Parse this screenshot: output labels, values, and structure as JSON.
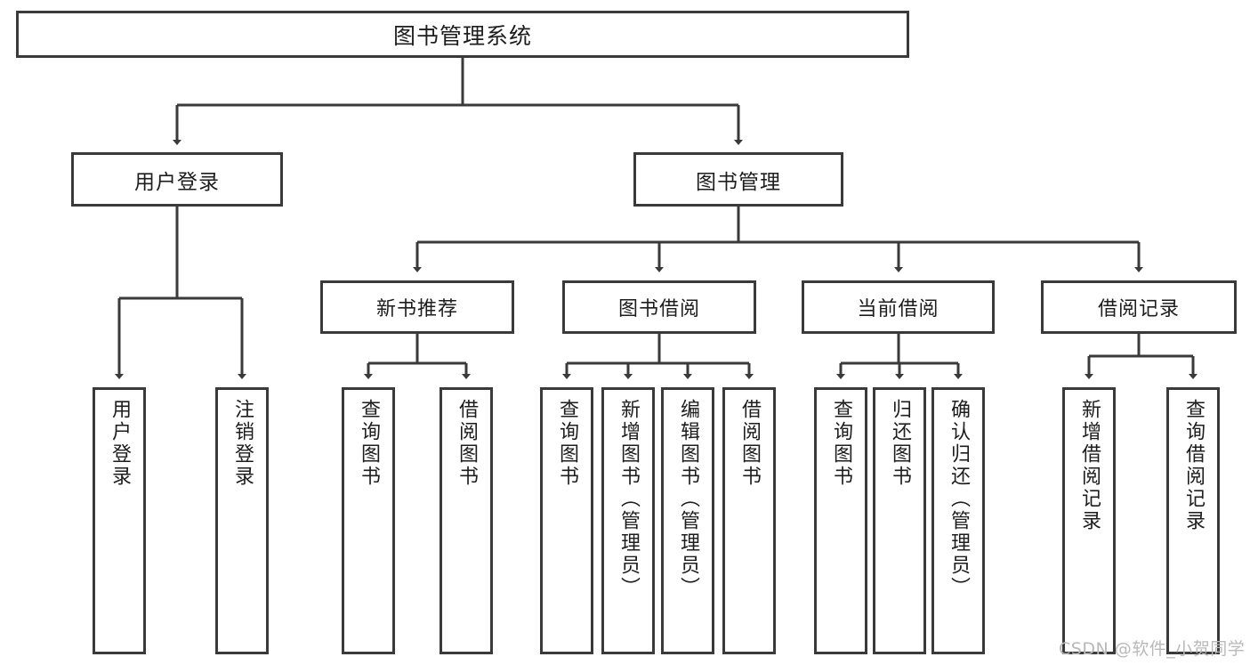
{
  "diagram": {
    "title": "图书管理系统",
    "watermark": "CSDN @软件_小贺同学",
    "line_color": "#3a3a3a",
    "text_color": "#1d1d1d",
    "background": "#ffffff",
    "nodes": {
      "root": "图书管理系统",
      "level2": {
        "user_login": "用户登录",
        "book_manage": "图书管理"
      },
      "level3": {
        "new_book_recommend": "新书推荐",
        "book_borrow": "图书借阅",
        "current_borrow": "当前借阅",
        "borrow_record": "借阅记录"
      },
      "leaves": {
        "user_login_children": [
          "用户登录",
          "注销登录"
        ],
        "new_book_recommend_children": [
          "查询图书",
          "借阅图书"
        ],
        "book_borrow_children": [
          "查询图书",
          "新增图书（管理员）",
          "编辑图书（管理员）",
          "借阅图书"
        ],
        "current_borrow_children": [
          "查询图书",
          "归还图书",
          "确认归还（管理员）"
        ],
        "borrow_record_children": [
          "新增借阅记录",
          "查询借阅记录"
        ]
      }
    }
  }
}
